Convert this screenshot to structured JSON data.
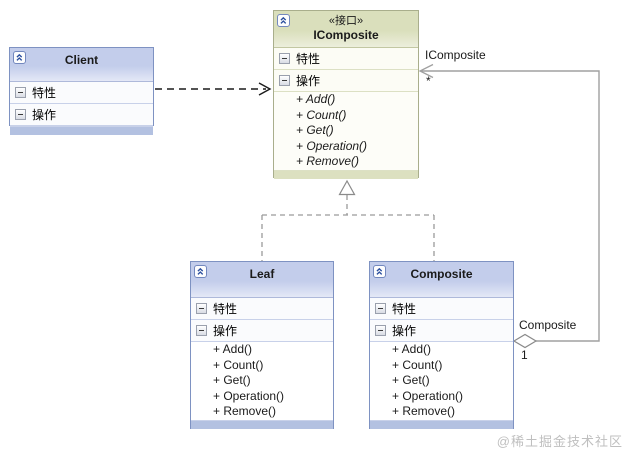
{
  "diagram": {
    "watermark": "@稀土掘金技术社区"
  },
  "boxes": {
    "client": {
      "title": "Client",
      "attributes_label": "特性",
      "operations_label": "操作"
    },
    "icomposite": {
      "stereotype": "«接口»",
      "title": "IComposite",
      "attributes_label": "特性",
      "operations_label": "操作",
      "methods": [
        "+ Add()",
        "+ Count()",
        "+ Get()",
        "+ Operation()",
        "+ Remove()"
      ]
    },
    "leaf": {
      "title": "Leaf",
      "attributes_label": "特性",
      "operations_label": "操作",
      "methods": [
        "+ Add()",
        "+ Count()",
        "+ Get()",
        "+ Operation()",
        "+ Remove()"
      ]
    },
    "composite": {
      "title": "Composite",
      "attributes_label": "特性",
      "operations_label": "操作",
      "methods": [
        "+ Add()",
        "+ Count()",
        "+ Get()",
        "+ Operation()",
        "+ Remove()"
      ]
    }
  },
  "association": {
    "role_label": "IComposite",
    "multiplicity_many": "*",
    "name_label": "Composite",
    "multiplicity_one": "1"
  },
  "colors": {
    "class_header": "#C3CDEB",
    "class_border": "#7E92C2",
    "class_footer": "#B3C1E1",
    "interface_header": "#DADFBC",
    "interface_border": "#A9AE8C",
    "connector_gray": "#A0A0A0",
    "dependency_black": "#1A1A1A",
    "chevron_blue": "#2B4F9E"
  }
}
